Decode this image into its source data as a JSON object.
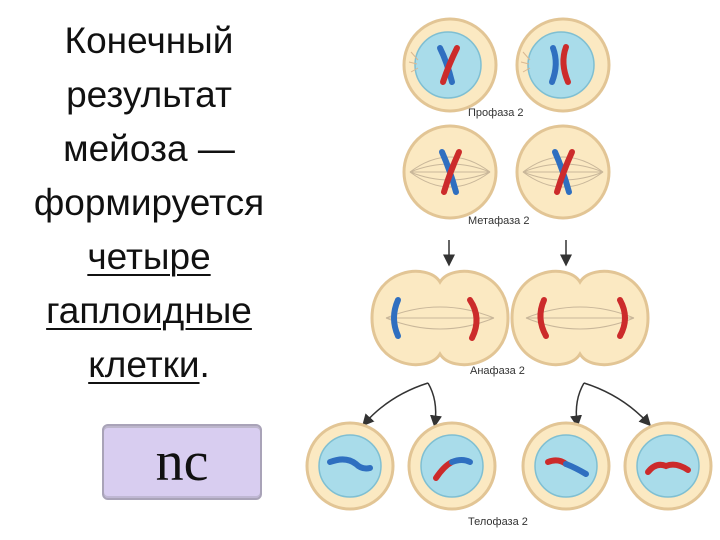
{
  "caption": {
    "line1": "Конечный",
    "line2": "результат",
    "line3": "мейоза —",
    "line4": "формируется",
    "line5": "четыре",
    "line6": "гаплоидные",
    "line7_underlined": "клетки",
    "line7_end": "."
  },
  "badge": {
    "text": "nc"
  },
  "stages": {
    "prophase": "Профаза 2",
    "metaphase": "Метафаза 2",
    "anaphase": "Анафаза 2",
    "telophase": "Телофаза 2"
  },
  "colors": {
    "cell_fill": "#fbe9c2",
    "cell_outline": "#e2c595",
    "nucleus_fill": "#a9dcea",
    "chromosome_blue": "#2f6fc0",
    "chromosome_red": "#cc2b2b",
    "arrow": "#333333"
  }
}
